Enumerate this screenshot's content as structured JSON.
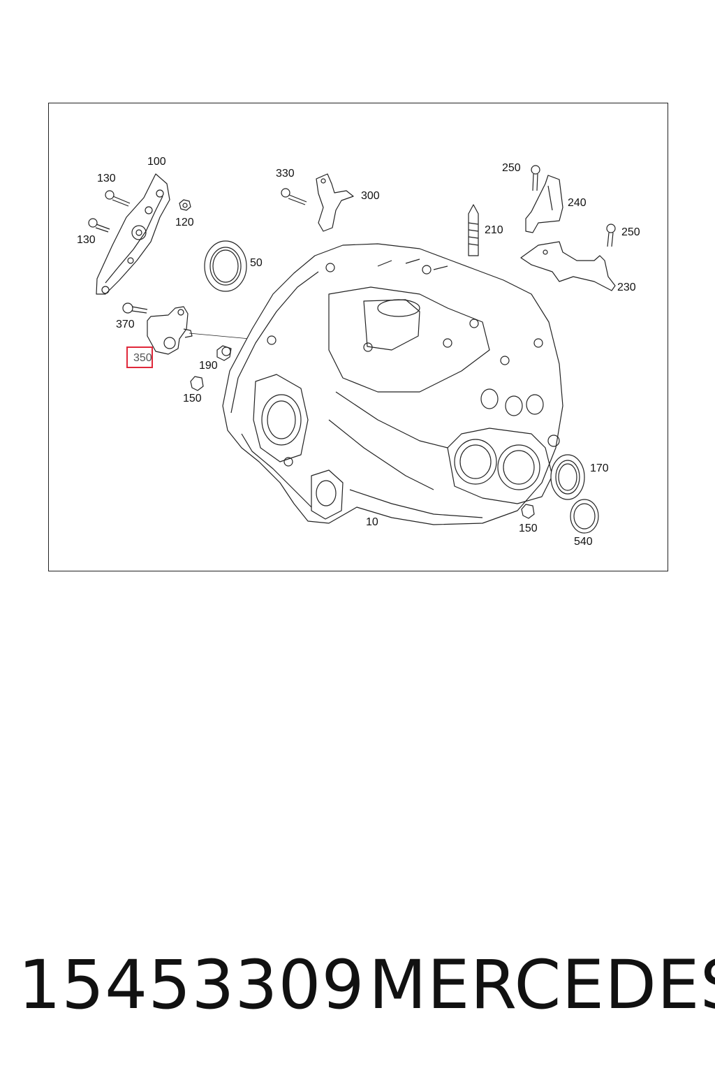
{
  "diagram": {
    "callouts": [
      {
        "id": "100",
        "text": "100"
      },
      {
        "id": "130a",
        "text": "130"
      },
      {
        "id": "130b",
        "text": "130"
      },
      {
        "id": "120",
        "text": "120"
      },
      {
        "id": "330",
        "text": "330"
      },
      {
        "id": "300",
        "text": "300"
      },
      {
        "id": "250a",
        "text": "250"
      },
      {
        "id": "240",
        "text": "240"
      },
      {
        "id": "250b",
        "text": "250"
      },
      {
        "id": "210",
        "text": "210"
      },
      {
        "id": "50",
        "text": "50"
      },
      {
        "id": "230",
        "text": "230"
      },
      {
        "id": "370",
        "text": "370"
      },
      {
        "id": "350",
        "text": "350"
      },
      {
        "id": "190",
        "text": "190"
      },
      {
        "id": "150a",
        "text": "150"
      },
      {
        "id": "170",
        "text": "170"
      },
      {
        "id": "10",
        "text": "10"
      },
      {
        "id": "150b",
        "text": "150"
      },
      {
        "id": "540",
        "text": "540"
      }
    ],
    "highlighted_callout": "350",
    "highlight_color": "#e0283a"
  },
  "footer": {
    "part_number": "15453309",
    "brand": "MERCEDES"
  }
}
